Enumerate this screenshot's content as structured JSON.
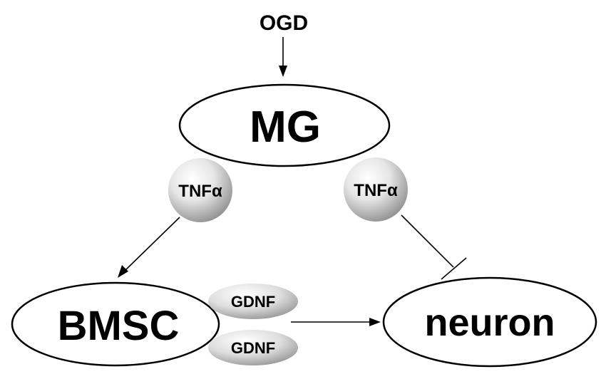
{
  "diagram": {
    "stimulus": {
      "label": "OGD"
    },
    "nodes": {
      "mg": {
        "label": "MG"
      },
      "bmsc": {
        "label": "BMSC"
      },
      "neuron": {
        "label": "neuron"
      }
    },
    "mediators": {
      "tnf_left": {
        "label": "TNFα"
      },
      "tnf_right": {
        "label": "TNFα"
      },
      "gdnf_top": {
        "label": "GDNF"
      },
      "gdnf_bottom": {
        "label": "GDNF"
      }
    },
    "edges": [
      {
        "from": "OGD",
        "to": "MG",
        "type": "activation"
      },
      {
        "from": "MG",
        "to": "BMSC",
        "via": "TNFα",
        "type": "activation"
      },
      {
        "from": "MG",
        "to": "neuron",
        "via": "TNFα",
        "type": "inhibition"
      },
      {
        "from": "BMSC",
        "to": "neuron",
        "via": "GDNF",
        "type": "activation"
      }
    ],
    "colors": {
      "line": "#000000",
      "node_fill": "#ffffff",
      "sphere_light": "#ffffff",
      "sphere_dark": "#8a8a8a"
    }
  }
}
